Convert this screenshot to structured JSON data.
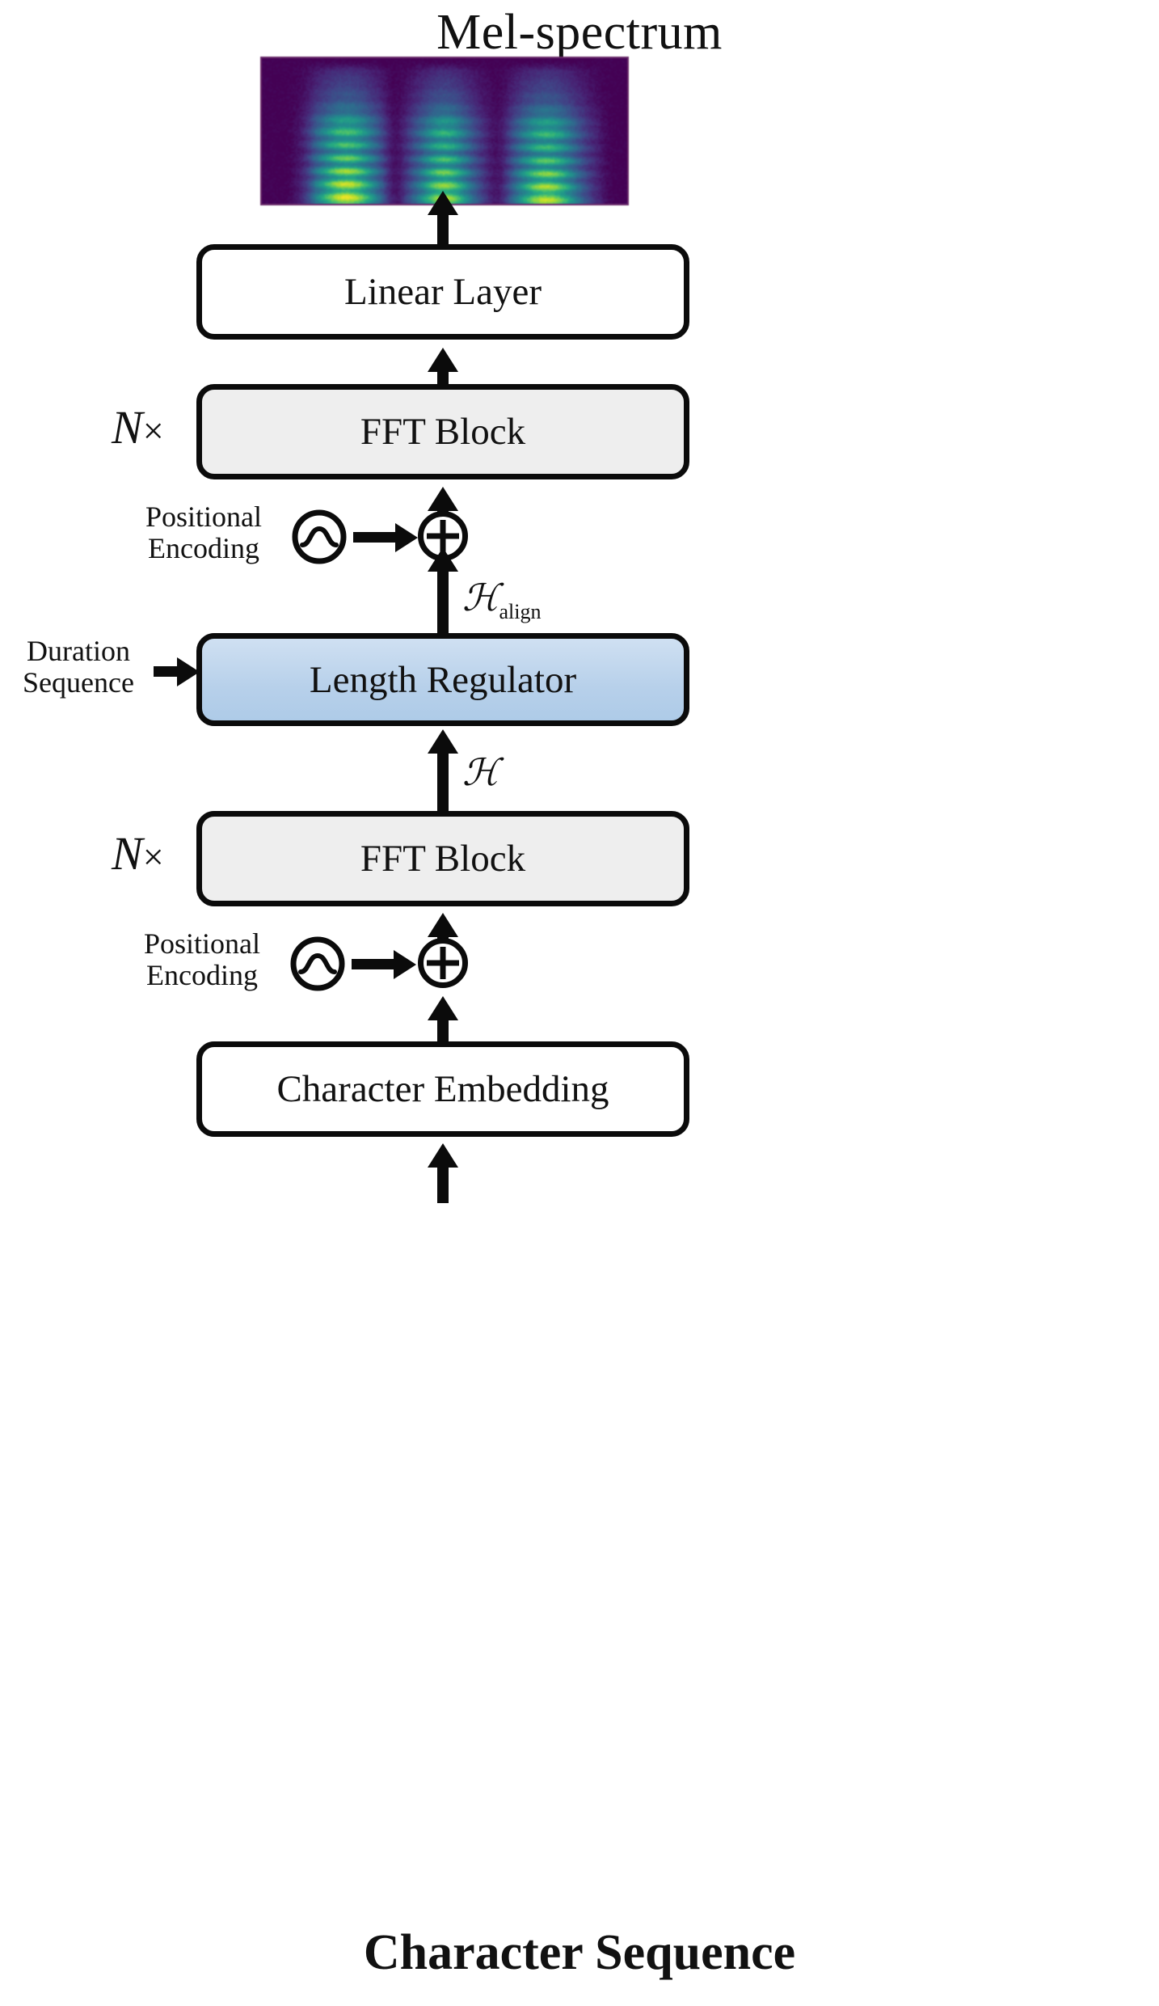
{
  "diagram": {
    "title": "Mel-spectrum",
    "bottom_caption": "Character Sequence",
    "blocks": {
      "linear_layer": "Linear Layer",
      "fft_block_top": "FFT Block",
      "length_regulator": "Length Regulator",
      "fft_block_bottom": "FFT Block",
      "character_embedding": "Character Embedding"
    },
    "labels": {
      "n_times_top": "N",
      "n_times_top_symbol": "×",
      "n_times_bottom": "N",
      "n_times_bottom_symbol": "×",
      "positional_encoding_top_line1": "Positional",
      "positional_encoding_top_line2": "Encoding",
      "positional_encoding_bottom_line1": "Positional",
      "positional_encoding_bottom_line2": "Encoding",
      "duration_sequence_line1": "Duration",
      "duration_sequence_line2": "Sequence",
      "h_align_symbol": "ℋ",
      "h_align_subscript": "align",
      "h_symbol": "ℋ"
    },
    "icons": {
      "sine_wave_top": "sine-wave-circle-icon",
      "sine_wave_bottom": "sine-wave-circle-icon",
      "add_top": "circle-plus-icon",
      "add_bottom": "circle-plus-icon"
    },
    "colors": {
      "stroke": "#0b0b0b",
      "box_white": "#ffffff",
      "box_gray": "#eeeeee",
      "box_blue": "#bcd4ec",
      "spectrogram_low": "#440154",
      "spectrogram_mid": "#21918c",
      "spectrogram_high": "#fde725"
    },
    "spectrogram": {
      "colormap": "viridis",
      "label": "mel-spectrogram-image"
    }
  }
}
